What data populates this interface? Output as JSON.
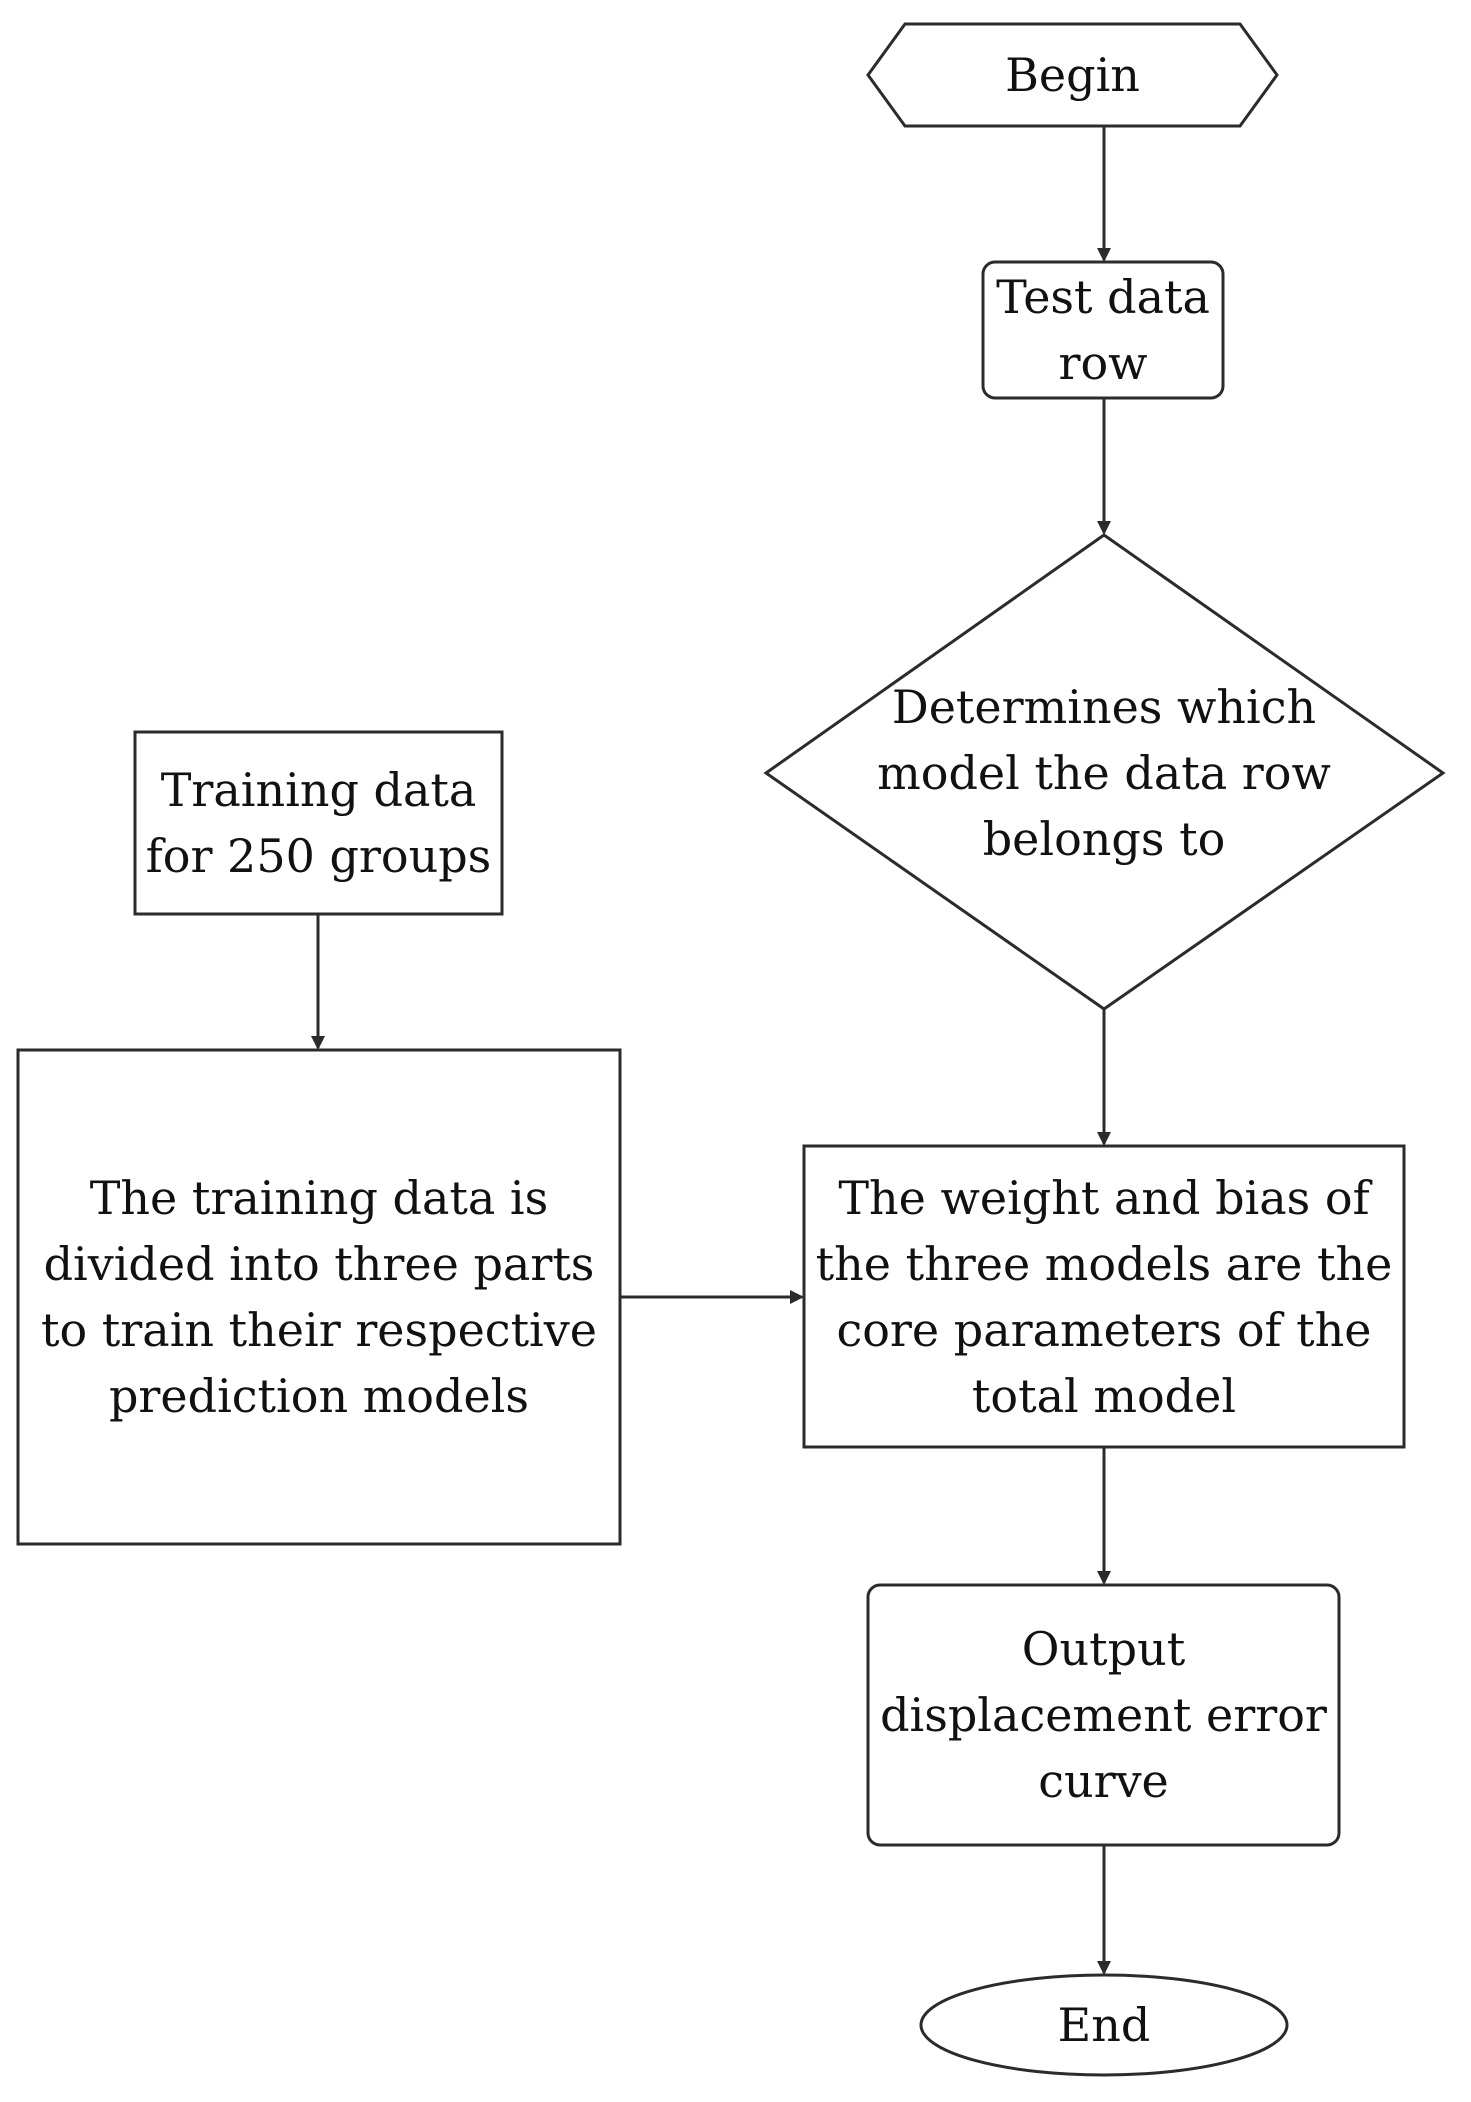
{
  "diagram": {
    "nodes": {
      "begin": {
        "label": "Begin",
        "shape": "hexagon"
      },
      "test_data": {
        "label": "Test data\nrow",
        "shape": "rounded-rectangle"
      },
      "determine": {
        "label": "Determines which\nmodel the data row\nbelongs to",
        "shape": "diamond"
      },
      "training_data": {
        "label": "Training data\nfor 250 groups",
        "shape": "rectangle"
      },
      "divide": {
        "label": "The training data is\ndivided into three parts\nto train their respective\nprediction models",
        "shape": "rectangle"
      },
      "weights": {
        "label": "The weight and bias of\nthe three models are the\ncore parameters of the\ntotal model",
        "shape": "rectangle"
      },
      "output": {
        "label": "Output\ndisplacement error\ncurve",
        "shape": "rounded-rectangle"
      },
      "end": {
        "label": "End",
        "shape": "ellipse"
      }
    },
    "edges": [
      {
        "from": "begin",
        "to": "test_data"
      },
      {
        "from": "test_data",
        "to": "determine"
      },
      {
        "from": "determine",
        "to": "weights"
      },
      {
        "from": "training_data",
        "to": "divide"
      },
      {
        "from": "divide",
        "to": "weights"
      },
      {
        "from": "weights",
        "to": "output"
      },
      {
        "from": "output",
        "to": "end"
      }
    ],
    "colors": {
      "stroke": "#2b2b2b",
      "text": "#111111",
      "background": "#ffffff"
    }
  }
}
